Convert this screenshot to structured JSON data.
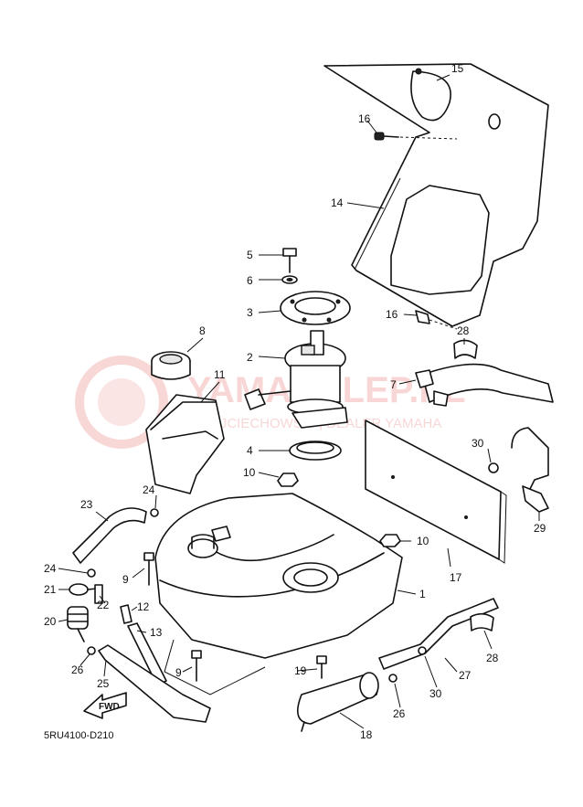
{
  "diagram_code": "5RU4100-D210",
  "watermark": {
    "brand": "YAMASKLEP.PL",
    "subtitle": "WOJCIECHOWSKI | DEALER YAMAHA",
    "color": "#e04a4a"
  },
  "fwd_arrow": "FWD",
  "callouts": [
    {
      "id": "c15",
      "label": "15"
    },
    {
      "id": "c16a",
      "label": "16"
    },
    {
      "id": "c14",
      "label": "14"
    },
    {
      "id": "c5",
      "label": "5"
    },
    {
      "id": "c6",
      "label": "6"
    },
    {
      "id": "c3",
      "label": "3"
    },
    {
      "id": "c16b",
      "label": "16"
    },
    {
      "id": "c28a",
      "label": "28"
    },
    {
      "id": "c8",
      "label": "8"
    },
    {
      "id": "c2",
      "label": "2"
    },
    {
      "id": "c11",
      "label": "11"
    },
    {
      "id": "c7",
      "label": "7"
    },
    {
      "id": "c4",
      "label": "4"
    },
    {
      "id": "c30a",
      "label": "30"
    },
    {
      "id": "c10a",
      "label": "10"
    },
    {
      "id": "c24a",
      "label": "24"
    },
    {
      "id": "c23",
      "label": "23"
    },
    {
      "id": "c29",
      "label": "29"
    },
    {
      "id": "c10b",
      "label": "10"
    },
    {
      "id": "c9a",
      "label": "9"
    },
    {
      "id": "c17",
      "label": "17"
    },
    {
      "id": "c24b",
      "label": "24"
    },
    {
      "id": "c21",
      "label": "21"
    },
    {
      "id": "c22",
      "label": "22"
    },
    {
      "id": "c12",
      "label": "12"
    },
    {
      "id": "c1",
      "label": "1"
    },
    {
      "id": "c20",
      "label": "20"
    },
    {
      "id": "c13",
      "label": "13"
    },
    {
      "id": "c28b",
      "label": "28"
    },
    {
      "id": "c26a",
      "label": "26"
    },
    {
      "id": "c9b",
      "label": "9"
    },
    {
      "id": "c19",
      "label": "19"
    },
    {
      "id": "c27",
      "label": "27"
    },
    {
      "id": "c25",
      "label": "25"
    },
    {
      "id": "c30b",
      "label": "30"
    },
    {
      "id": "c26b",
      "label": "26"
    },
    {
      "id": "c18",
      "label": "18"
    }
  ]
}
